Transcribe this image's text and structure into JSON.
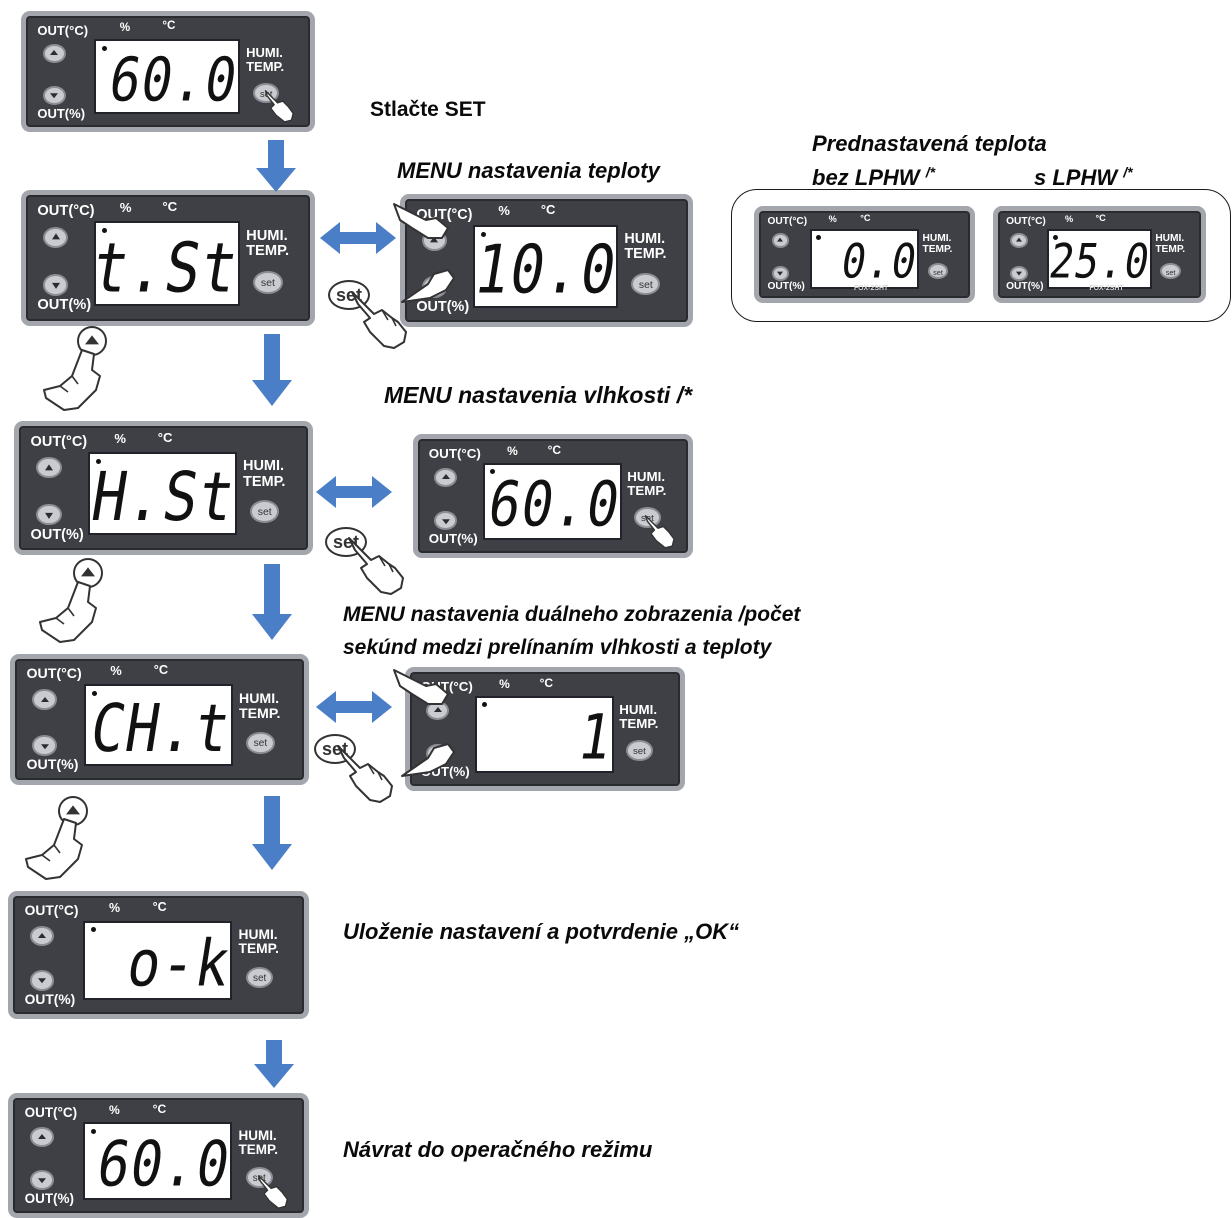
{
  "colors": {
    "arrow": "#4a7ec7",
    "panel_bg": "#3f4045",
    "panel_frame": "#a3a6ad"
  },
  "panel_labels": {
    "out_c": "OUT(°C)",
    "percent": "%",
    "celsius": "°C",
    "out_pct": "OUT(%)",
    "humi": "HUMI.",
    "temp": "TEMP.",
    "set": "set",
    "model": "FOX-2SHT"
  },
  "displays": {
    "step1": "60.0",
    "step2": "t.St",
    "step2_value": "10.0",
    "preset_without": "0.0",
    "preset_with": "25.0",
    "step3": "H.St",
    "step3_value": "60.0",
    "step4": "CH.t",
    "step4_value": "1",
    "step5": "o-k",
    "step6": "60.0"
  },
  "annotations": {
    "press_set": "Stlačte SET",
    "temp_menu": "MENU nastavenia teploty",
    "preset_title": "Prednastavená teplota",
    "without_lphw": "bez LPHW",
    "with_lphw": "s LPHW",
    "footnote_mark": "/*",
    "humidity_menu": "MENU nastavenia vlhkosti /*",
    "dual_menu_line1": "MENU nastavenia duálneho zobrazenia /počet",
    "dual_menu_line2": "sekúnd medzi prelínaním vlhkosti a teploty",
    "save_ok": "Uloženie nastavení a potvrdenie „OK“",
    "return": "Návrat do operačného režimu"
  },
  "icons": [
    "arrow-down-icon",
    "double-arrow-icon",
    "pointing-hand-icon",
    "up-button-icon",
    "set-button-icon"
  ]
}
